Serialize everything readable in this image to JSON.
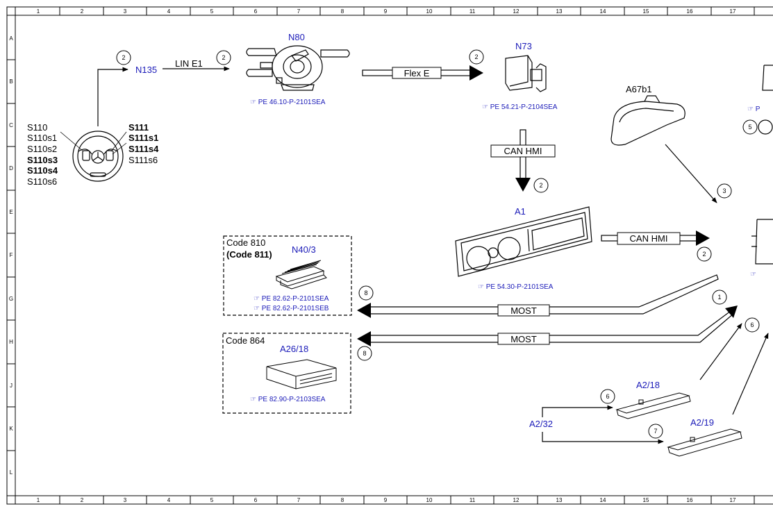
{
  "ruler": {
    "columns": [
      "1",
      "2",
      "3",
      "4",
      "5",
      "6",
      "7",
      "8",
      "9",
      "10",
      "11",
      "12",
      "13",
      "14",
      "15",
      "16",
      "17"
    ],
    "rows": [
      "A",
      "B",
      "C",
      "D",
      "E",
      "F",
      "G",
      "H",
      "J",
      "K",
      "L"
    ]
  },
  "components": {
    "steering_left": [
      "S110",
      "S110s1",
      "S110s2",
      "S110s3",
      "S110s4",
      "S110s6"
    ],
    "steering_right": [
      "S111",
      "S111s1",
      "S111s4",
      "S111s6"
    ],
    "n135": "N135",
    "n80": "N80",
    "n80_ref": "PE 46.10-P-2101SEA",
    "n73": "N73",
    "n73_ref": "PE 54.21-P-2104SEA",
    "a67b1": "A67b1",
    "a1": "A1",
    "a1_ref": "PE 54.30-P-2101SEA",
    "n40_code": "Code 810",
    "n40_code2": "(Code 811)",
    "n40": "N40/3",
    "n40_ref1": "PE 82.62-P-2101SEA",
    "n40_ref2": "PE 82.62-P-2101SEB",
    "a26_code": "Code 864",
    "a26": "A26/18",
    "a26_ref": "PE 82.90-P-2103SEA",
    "a2_18": "A2/18",
    "a2_19": "A2/19",
    "a2_32": "A2/32",
    "right_ref_partial": "P"
  },
  "buses": {
    "lin": "LIN E1",
    "flex": "Flex E",
    "can_vert": "CAN HMI",
    "can_horiz": "CAN HMI",
    "most1": "MOST",
    "most2": "MOST"
  },
  "markers": {
    "m_n135": "2",
    "m_lin": "2",
    "m_flex": "2",
    "m_can_vert": "2",
    "m_can_horiz": "2",
    "m_a67": "3",
    "m_right5": "5",
    "m_most1_left": "8",
    "m_most2_left": "8",
    "m_most_right": "1",
    "m_a2_18_in": "6",
    "m_a2_19_in": "7",
    "m_right6": "6"
  },
  "colors": {
    "component_label": "#1a1ab8",
    "line": "#000000"
  }
}
